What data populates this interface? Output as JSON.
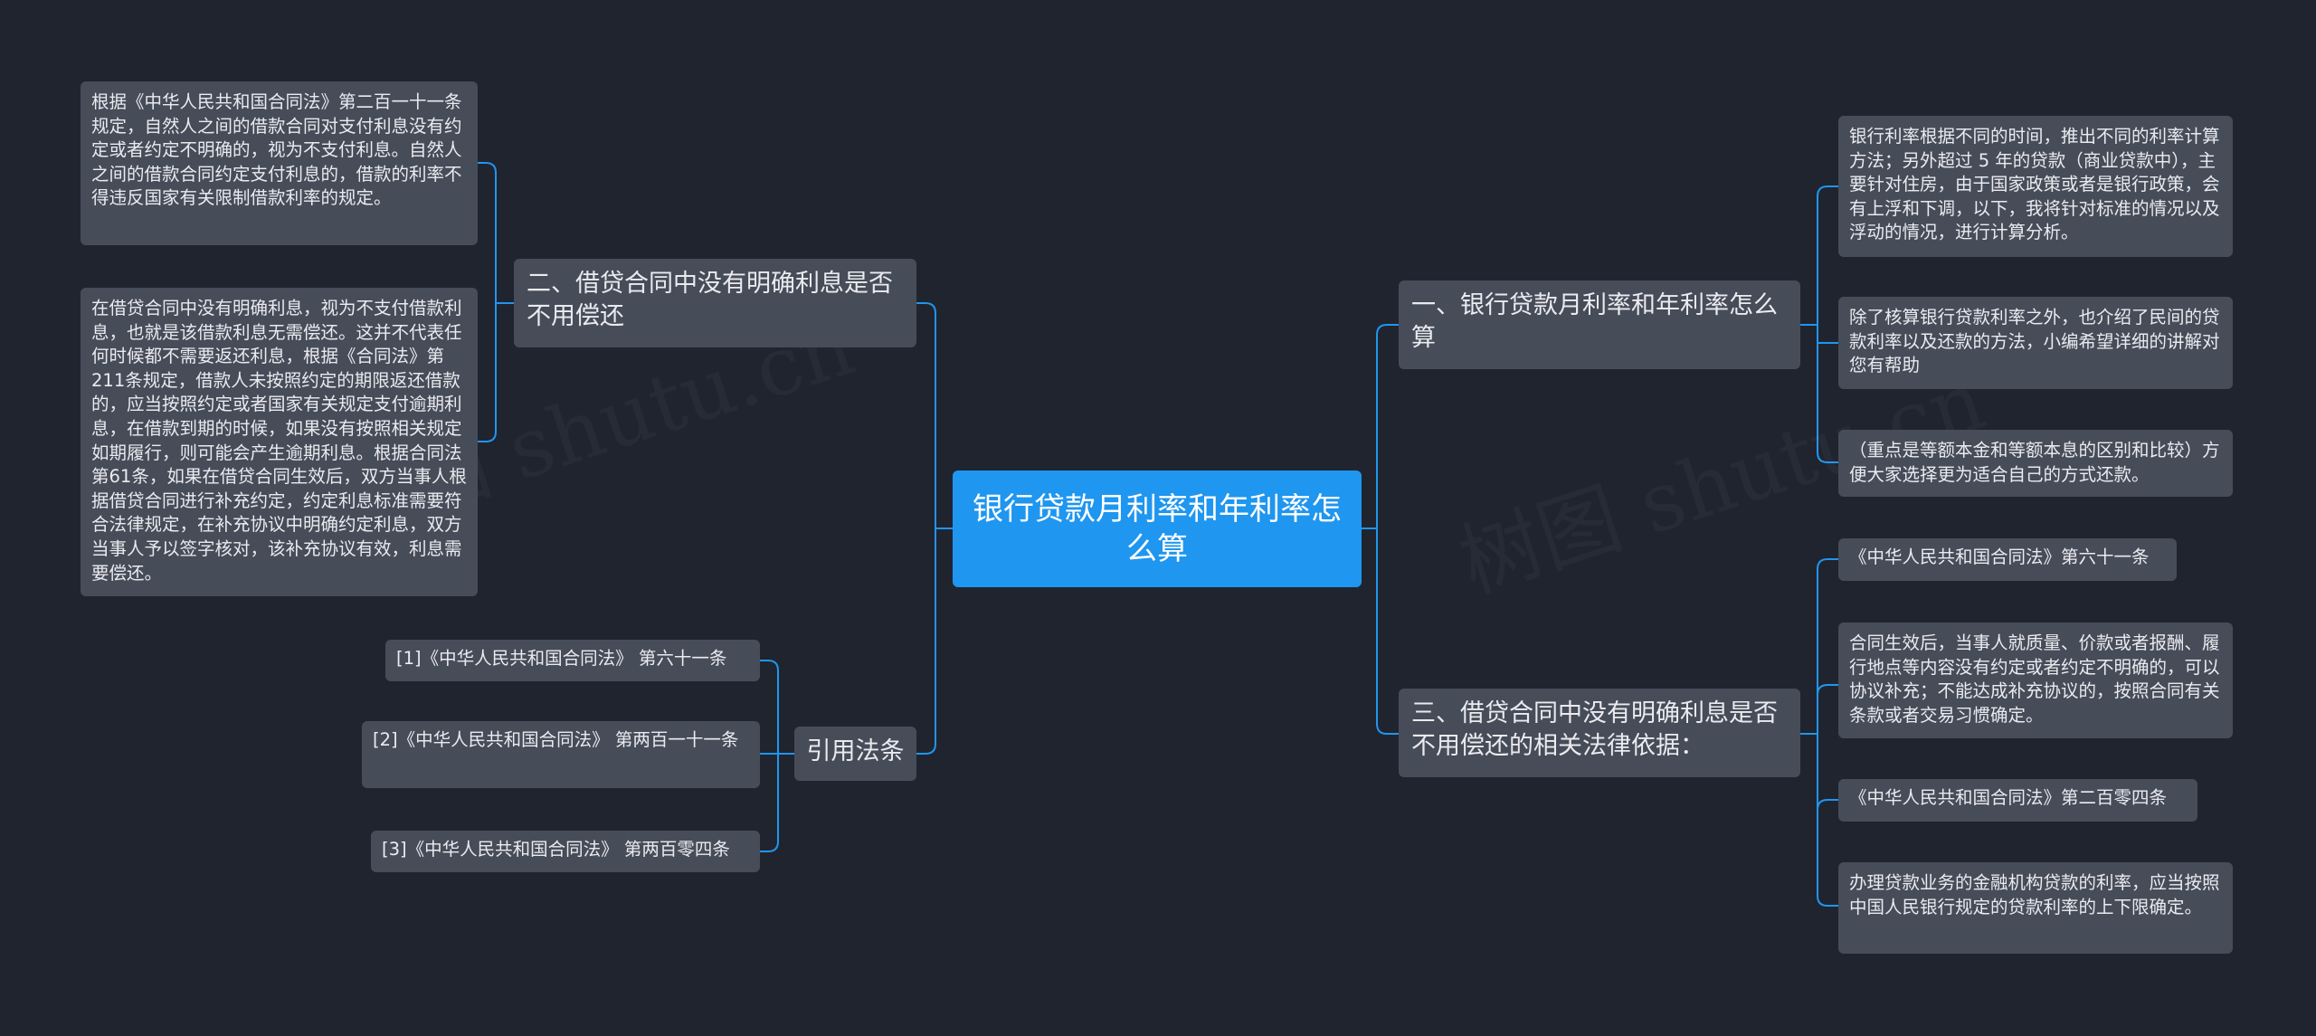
{
  "root": {
    "title": "银行贷款月利率和年利率怎么算"
  },
  "branches": {
    "b1": {
      "title": "一、银行贷款月利率和年利率怎么算",
      "leaves": [
        "银行利率根据不同的时间，推出不同的利率计算方法；另外超过 5 年的贷款（商业贷款中），主要针对住房，由于国家政策或者是银行政策，会有上浮和下调，以下，我将针对标准的情况以及浮动的情况，进行计算分析。",
        "除了核算银行贷款利率之外，也介绍了民间的贷款利率以及还款的方法，小编希望详细的讲解对您有帮助",
        "（重点是等额本金和等额本息的区别和比较）方便大家选择更为适合自己的方式还款。"
      ]
    },
    "b2": {
      "title": "二、借贷合同中没有明确利息是否不用偿还",
      "leaves": [
        "根据《中华人民共和国合同法》第二百一十一条规定，自然人之间的借款合同对支付利息没有约定或者约定不明确的，视为不支付利息。自然人之间的借款合同约定支付利息的，借款的利率不得违反国家有关限制借款利率的规定。",
        "在借贷合同中没有明确利息，视为不支付借款利息，也就是该借款利息无需偿还。这并不代表任何时候都不需要返还利息，根据《合同法》第211条规定，借款人未按照约定的期限返还借款的，应当按照约定或者国家有关规定支付逾期利息，在借款到期的时候，如果没有按照相关规定如期履行，则可能会产生逾期利息。根据合同法第61条，如果在借贷合同生效后，双方当事人根据借贷合同进行补充约定，约定利息标准需要符合法律规定，在补充协议中明确约定利息，双方当事人予以签字核对，该补充协议有效，利息需要偿还。"
      ]
    },
    "b3": {
      "title": "三、借贷合同中没有明确利息是否不用偿还的相关法律依据：",
      "leaves": [
        "《中华人民共和国合同法》第六十一条",
        "合同生效后，当事人就质量、价款或者报酬、履行地点等内容没有约定或者约定不明确的，可以协议补充；不能达成补充协议的，按照合同有关条款或者交易习惯确定。",
        "《中华人民共和国合同法》第二百零四条",
        "办理贷款业务的金融机构贷款的利率，应当按照中国人民银行规定的贷款利率的上下限确定。"
      ]
    },
    "b4": {
      "title": "引用法条",
      "leaves": [
        "[1]《中华人民共和国合同法》 第六十一条",
        "[2]《中华人民共和国合同法》 第两百一十一条",
        "[3]《中华人民共和国合同法》 第两百零四条"
      ]
    }
  },
  "colors": {
    "background": "#20242f",
    "root": "#1f96ef",
    "node": "#474c59",
    "line": "#1f96ef",
    "text": "#e9ebef"
  }
}
